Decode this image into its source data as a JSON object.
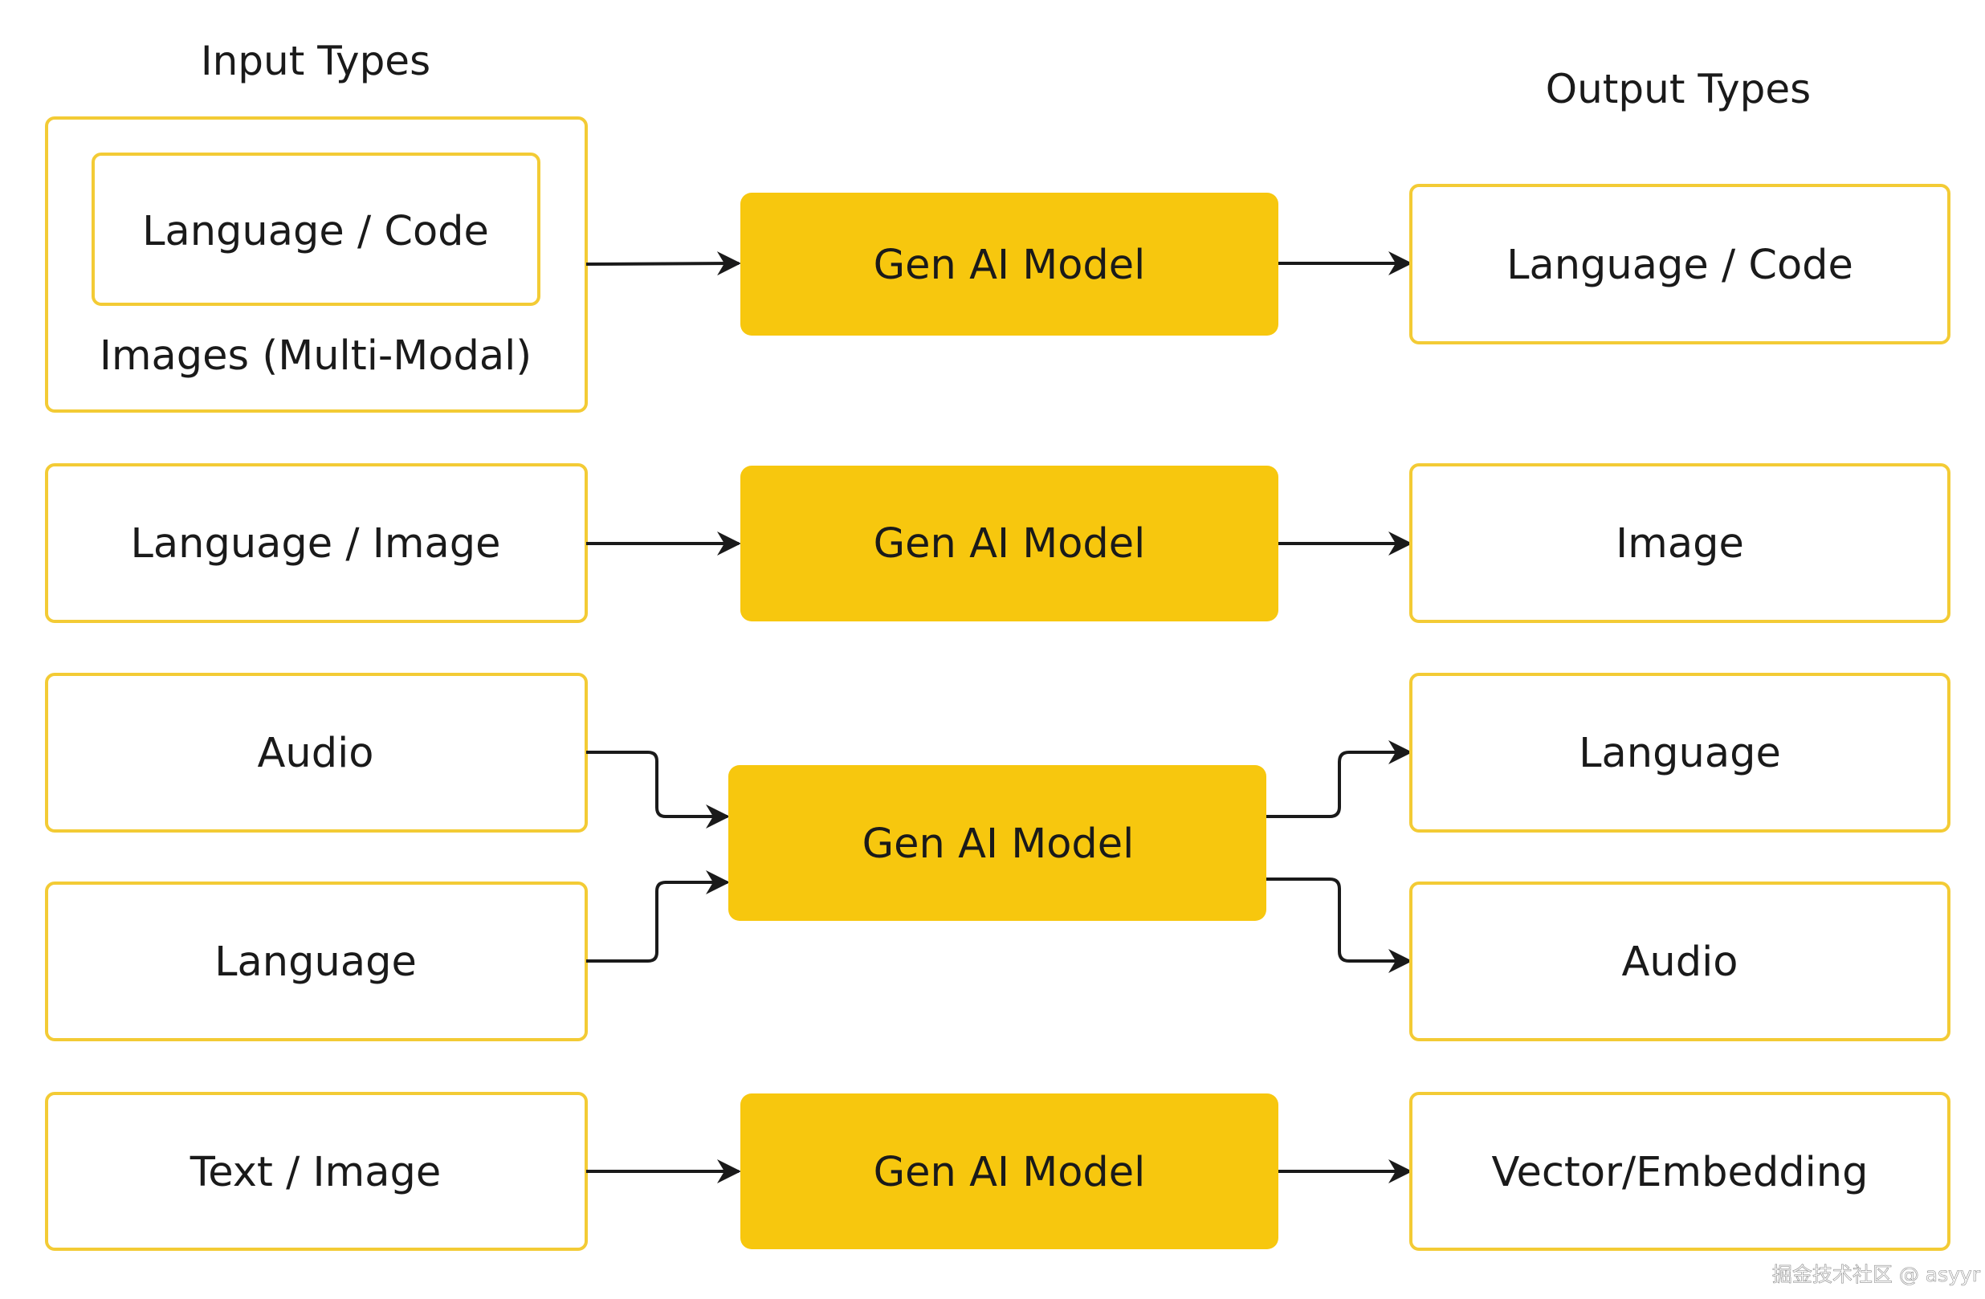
{
  "headers": {
    "input_title": "Input Types",
    "output_title": "Output Types"
  },
  "rows": [
    {
      "inputs": [
        {
          "label": "Language / Code",
          "nested_in_group": true
        }
      ],
      "input_group_caption": "Images (Multi-Modal)",
      "model": "Gen AI Model",
      "outputs": [
        "Language / Code"
      ]
    },
    {
      "inputs": [
        {
          "label": "Language / Image"
        }
      ],
      "model": "Gen AI Model",
      "outputs": [
        "Image"
      ]
    },
    {
      "inputs": [
        {
          "label": "Audio"
        },
        {
          "label": "Language"
        }
      ],
      "model": "Gen AI Model",
      "outputs": [
        "Language",
        "Audio"
      ]
    },
    {
      "inputs": [
        {
          "label": "Text / Image"
        }
      ],
      "model": "Gen AI Model",
      "outputs": [
        "Vector/Embedding"
      ]
    }
  ],
  "watermark": "掘金技术社区 @ asyyr",
  "colors": {
    "accent_yellow": "#F7C70E",
    "box_border": "#F3CB35",
    "arrow": "#1a1a1a",
    "text": "#1a1a1a",
    "background": "#FFFFFF"
  }
}
